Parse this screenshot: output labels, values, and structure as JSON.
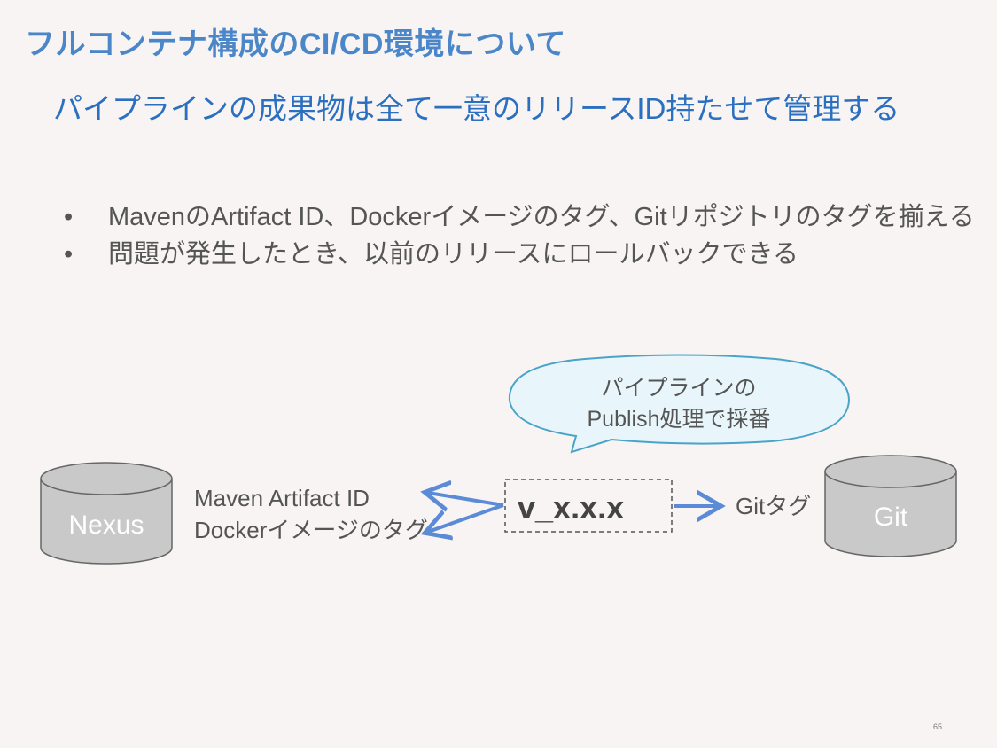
{
  "title": "フルコンテナ構成のCI/CD環境について",
  "subtitle": "パイプラインの成果物は全て一意のリリースID持たせて管理する",
  "bullets": [
    "MavenのArtifact ID、Dockerイメージのタグ、Gitリポジトリのタグを揃える",
    "問題が発生したとき、以前のリリースにロールバックできる"
  ],
  "diagram": {
    "nexus_label": "Nexus",
    "git_label": "Git",
    "maven_label": "Maven Artifact ID",
    "docker_label": "Dockerイメージのタグ",
    "version_label": "v_x.x.x",
    "git_tag_label": "Gitタグ",
    "callout_line1": "パイプラインの",
    "callout_line2": "Publish処理で採番"
  },
  "page_number": "65",
  "colors": {
    "title": "#4a86c8",
    "subtitle": "#2a6fc0",
    "arrow": "#5b8bd6",
    "cylinder_fill": "#c9c9c9",
    "callout_fill": "#e8f6fb",
    "callout_border": "#4aa3c8"
  }
}
